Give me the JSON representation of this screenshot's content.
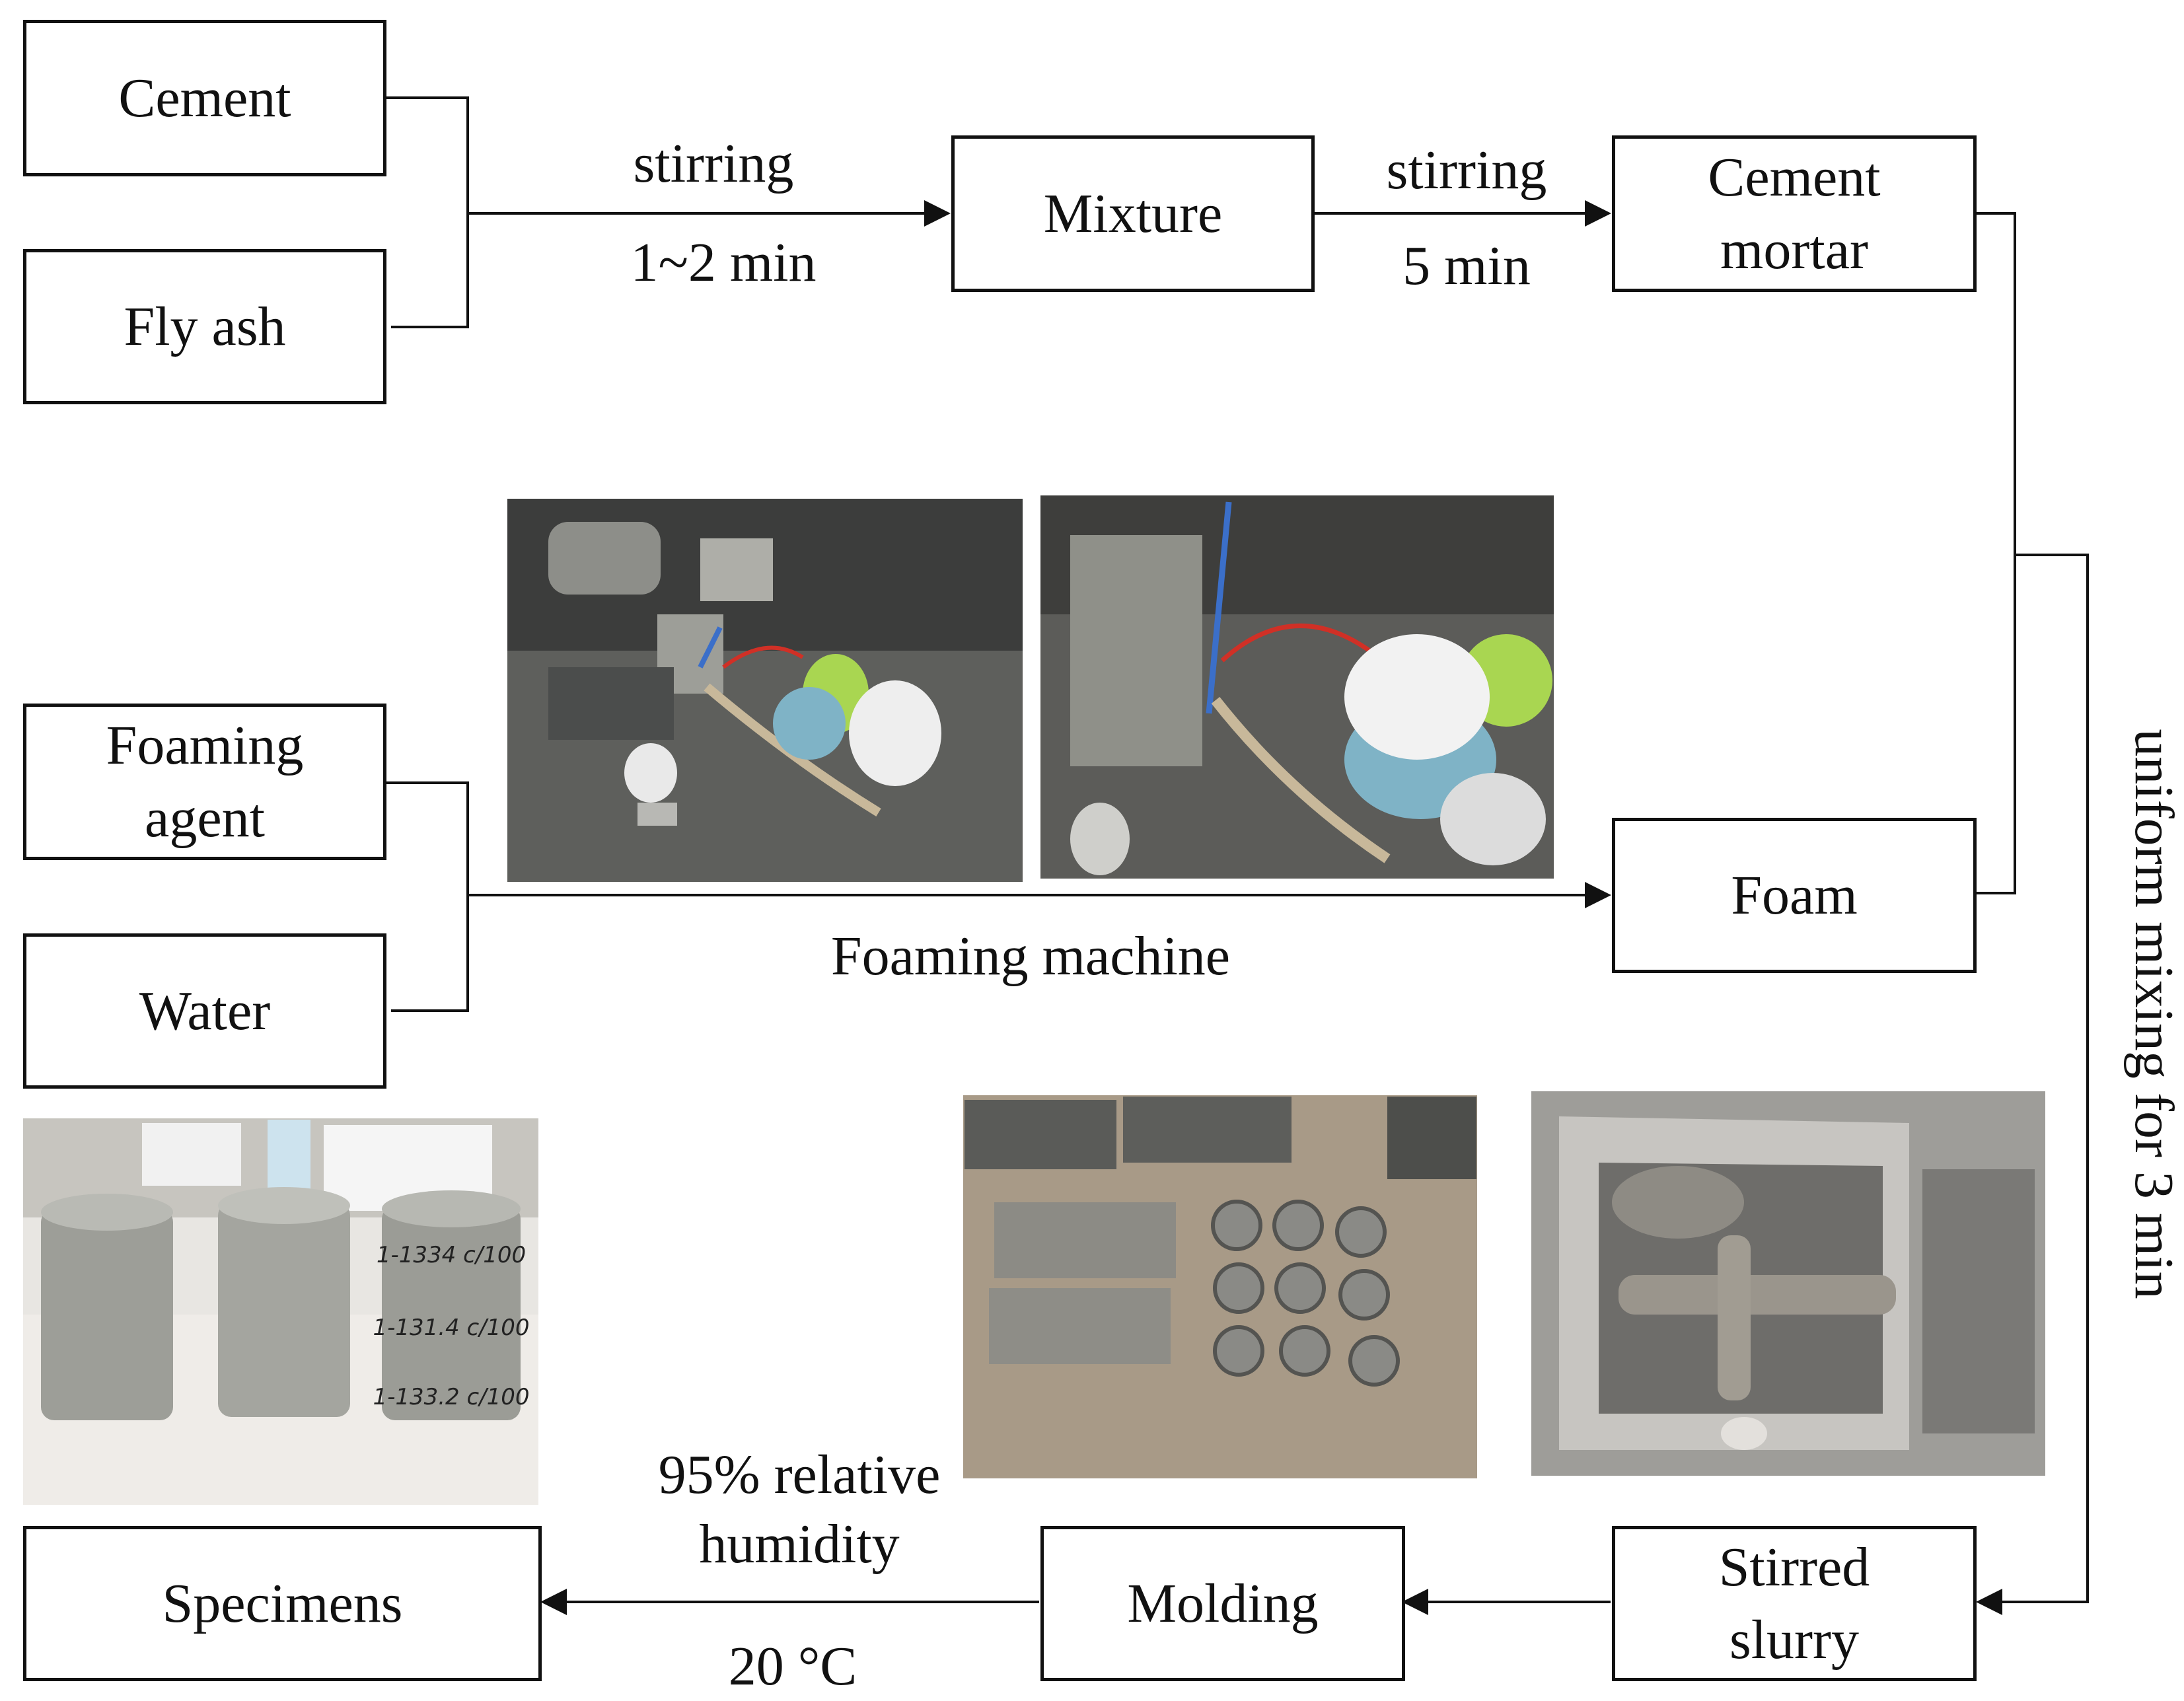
{
  "nodes": {
    "cement": "Cement",
    "fly_ash": "Fly ash",
    "mixture": "Mixture",
    "cement_mortar": "Cement mortar",
    "foaming_agent": "Foaming agent",
    "water": "Water",
    "foam": "Foam",
    "stirred_slurry": "Stirred slurry",
    "molding": "Molding",
    "specimens": "Specimens"
  },
  "edges": {
    "stir1_top": "stirring",
    "stir1_bottom": "1~2 min",
    "stir2_top": "stirring",
    "stir2_bottom": "5 min",
    "foaming_machine": "Foaming machine",
    "uniform_mixing": "uniform mixing for 3 min",
    "curing_top": "95% relative humidity",
    "curing_bottom": "20 °C"
  },
  "photos": {
    "specimen_labels": [
      "1-1334 c/100",
      "1-131.4 c/100",
      "1-133.2 c/100"
    ]
  },
  "colors": {
    "line": "#111111",
    "photo_floor": "#6f6f6c",
    "foam_white": "#f2f2f2",
    "bucket_green": "#a9d651",
    "bucket_blue": "#7fb3c6",
    "hose_red": "#d03026"
  }
}
